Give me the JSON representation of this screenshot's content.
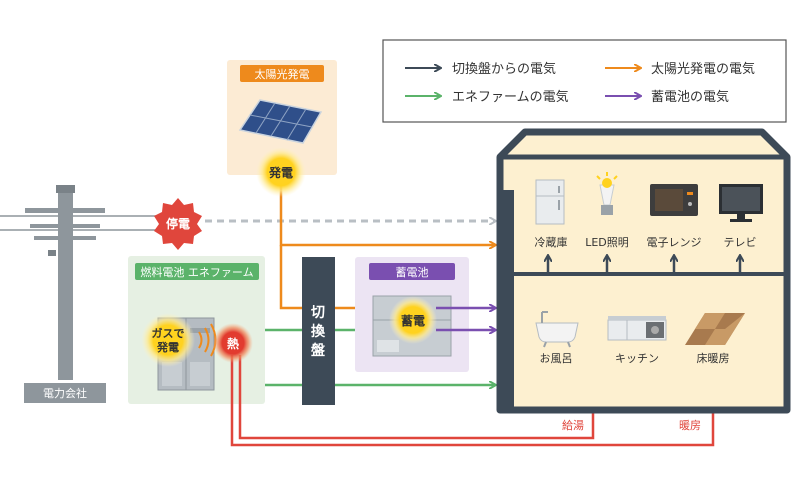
{
  "legend": {
    "items": [
      {
        "label": "切換盤からの電気",
        "color": "#3d4a57"
      },
      {
        "label": "太陽光発電の電気",
        "color": "#ee8a1c"
      },
      {
        "label": "エネファームの電気",
        "color": "#5bb36a"
      },
      {
        "label": "蓄電池の電気",
        "color": "#7a4fb0"
      }
    ]
  },
  "solar": {
    "title": "太陽光発電",
    "badge": "発電"
  },
  "grid": {
    "outage": "停電",
    "company": "電力会社"
  },
  "enefarm": {
    "title": "燃料電池 エネファーム",
    "gas_badge_1": "ガスで",
    "gas_badge_2": "発電",
    "heat_badge": "熱"
  },
  "switchboard": {
    "label_1": "切",
    "label_2": "換",
    "label_3": "盤"
  },
  "battery": {
    "title": "蓄電池",
    "badge": "蓄電"
  },
  "house": {
    "appliances": [
      "冷蔵庫",
      "LED照明",
      "電子レンジ",
      "テレビ"
    ],
    "heat_uses": [
      "お風呂",
      "キッチン",
      "床暖房"
    ]
  },
  "pipes": {
    "hot_water": "給湯",
    "heating": "暖房"
  },
  "colors": {
    "house_fill": "#fdf0d0",
    "house_frame": "#3d4a57",
    "heat": "#e0463c",
    "solar_bg": "#fcebd4",
    "enefarm_bg": "#e6f0e3",
    "battery_bg": "#ece4f3"
  }
}
